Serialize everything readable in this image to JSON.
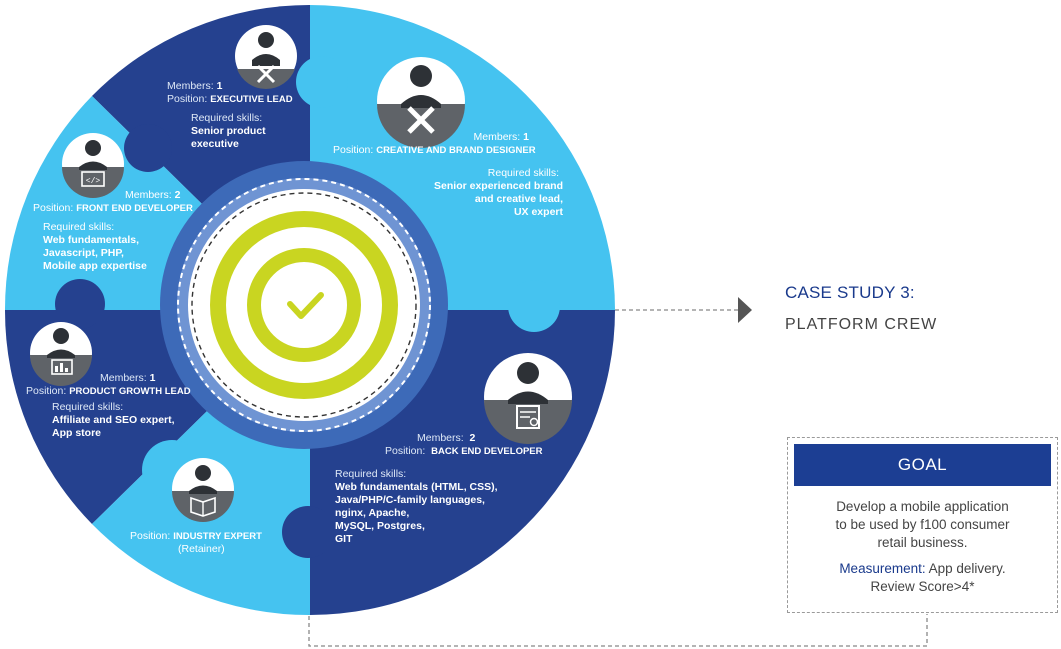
{
  "colors": {
    "dark_blue": "#25418f",
    "light_blue": "#45c3f0",
    "ring_blue": "#3d6ab8",
    "lime": "#c9d521",
    "icon_gray": "#5f6368"
  },
  "members": [
    {
      "id": "executive-lead",
      "icon": "tools-icon",
      "members_label": "Members:",
      "members_count": "1",
      "position_label": "Position:",
      "position": "EXECUTIVE LEAD",
      "skills_label": "Required skills:",
      "skills": "Senior product\nexecutive"
    },
    {
      "id": "creative-designer",
      "icon": "pen-tools-icon",
      "members_label": "Members:",
      "members_count": "1",
      "position_label": "Position:",
      "position": "CREATIVE AND BRAND DESIGNER",
      "skills_label": "Required skills:",
      "skills": "Senior experienced brand\nand creative lead,\nUX expert"
    },
    {
      "id": "front-end",
      "icon": "code-icon",
      "members_label": "Members:",
      "members_count": "2",
      "position_label": "Position:",
      "position": "FRONT END DEVELOPER",
      "skills_label": "Required skills:",
      "skills": "Web fundamentals,\nJavascript, PHP,\nMobile app expertise"
    },
    {
      "id": "product-growth",
      "icon": "chart-icon",
      "members_label": "Members:",
      "members_count": "1",
      "position_label": "Position:",
      "position": "PRODUCT GROWTH LEAD",
      "skills_label": "Required skills:",
      "skills": "Affiliate  and SEO expert,\nApp store"
    },
    {
      "id": "back-end",
      "icon": "server-gear-icon",
      "members_label": "Members:",
      "members_count": "2",
      "position_label": "Position:",
      "position": "BACK END DEVELOPER",
      "skills_label": "Required skills:",
      "skills": "Web fundamentals (HTML, CSS),\nJava/PHP/C-family languages,\nnginx, Apache,\nMySQL, Postgres,\nGIT"
    },
    {
      "id": "industry-expert",
      "icon": "book-icon",
      "position_label": "Position:",
      "position": "INDUSTRY EXPERT",
      "note": "(Retainer)"
    }
  ],
  "case_study": {
    "title": "CASE STUDY 3:",
    "subtitle": "PLATFORM CREW"
  },
  "goal": {
    "heading": "GOAL",
    "text": "Develop a mobile application\nto be used by f100 consumer\nretail business.",
    "measurement_label": "Measurement:",
    "measurement_value": "App delivery.",
    "measurement_value2": "Review Score>4*"
  }
}
